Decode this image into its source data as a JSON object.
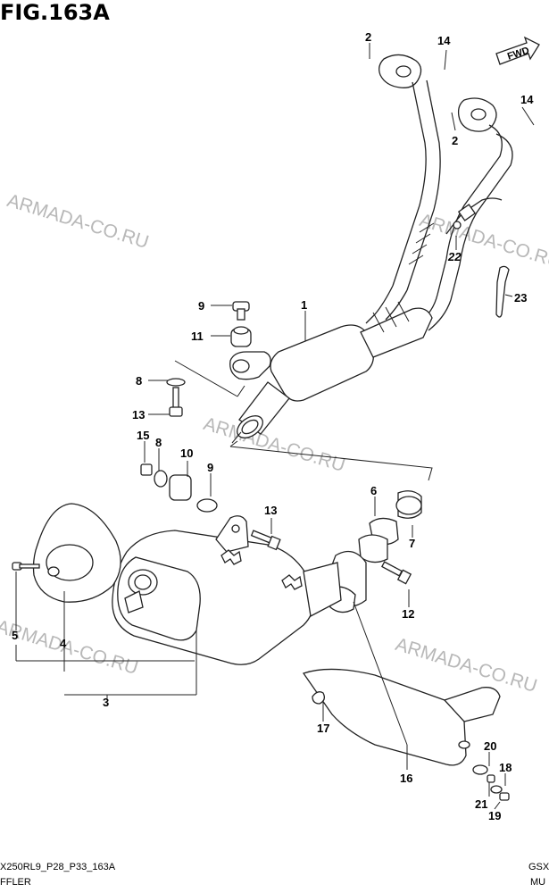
{
  "figure_title": "FIG.163A",
  "watermarks": [
    "ARMADA-CO.RU",
    "ARMADA-CO.RU",
    "ARMADA-CO.RU",
    "ARMADA-CO.RU",
    "ARMADA-CO.RU"
  ],
  "fwd_label": "FWD",
  "callouts": [
    "2",
    "14",
    "14",
    "2",
    "22",
    "23",
    "1",
    "9",
    "11",
    "8",
    "13",
    "15",
    "8",
    "10",
    "9",
    "6",
    "7",
    "13",
    "12",
    "5",
    "4",
    "3",
    "17",
    "16",
    "20",
    "18",
    "21",
    "19"
  ],
  "footer": {
    "left_code": "X250RL9_P28_P33_163A",
    "left_title": "FFLER",
    "right_code": "GSX",
    "right_title": "MU"
  },
  "colors": {
    "line": "#222222",
    "watermark": "#b8b8b8",
    "background": "#ffffff"
  }
}
